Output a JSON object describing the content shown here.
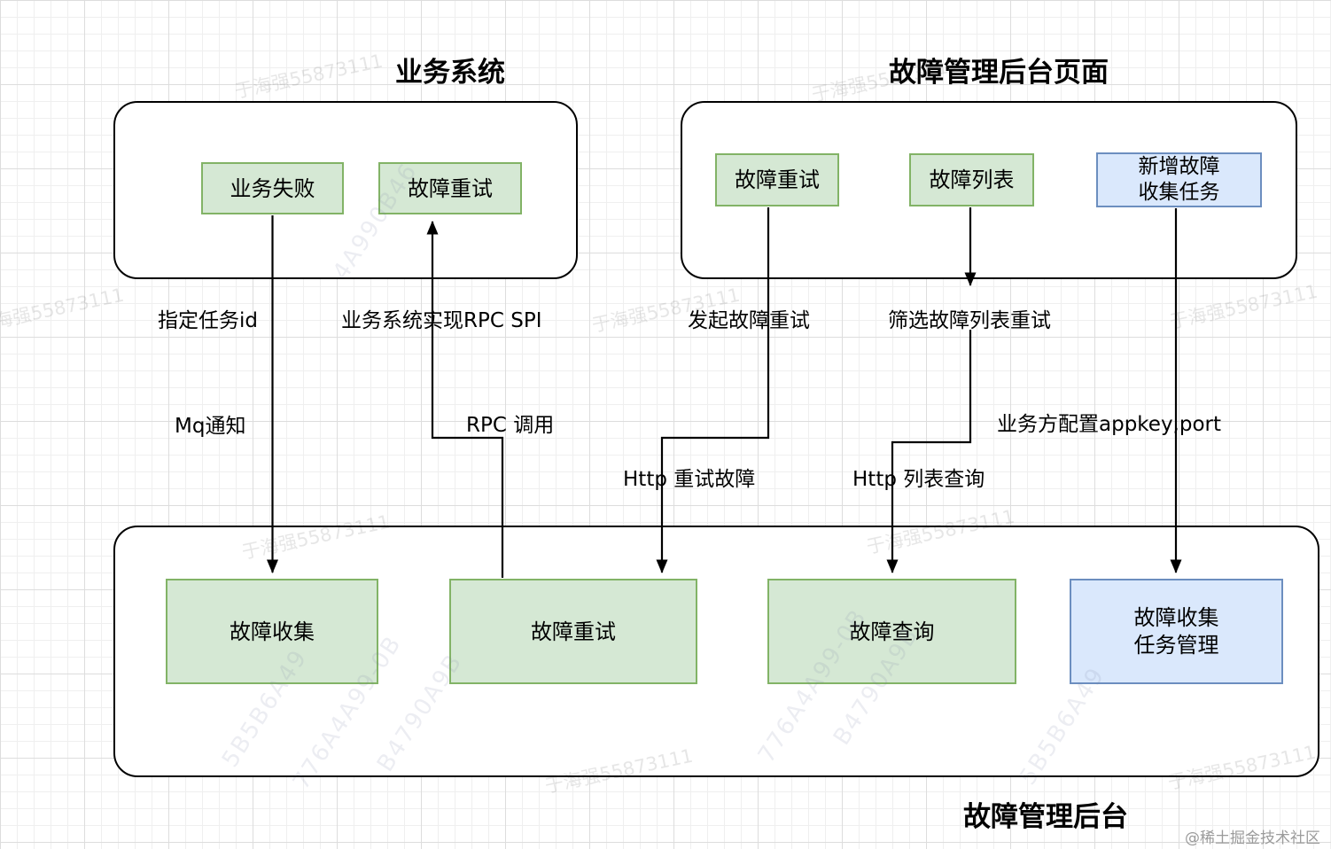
{
  "diagram": {
    "titles": {
      "business_system": "业务系统",
      "fault_admin_page": "故障管理后台页面",
      "fault_admin_backend": "故障管理后台"
    },
    "nodes": {
      "biz_fail": "业务失败",
      "biz_retry": "故障重试",
      "page_retry": "故障重试",
      "page_list": "故障列表",
      "page_new_task_line1": "新增故障",
      "page_new_task_line2": "收集任务",
      "backend_collect": "故障收集",
      "backend_retry": "故障重试",
      "backend_query": "故障查询",
      "backend_task_line1": "故障收集",
      "backend_task_line2": "任务管理"
    },
    "edge_labels": {
      "assign_task_id": "指定任务id",
      "rpc_spi": "业务系统实现RPC SPI",
      "mq_notify": "Mq通知",
      "rpc_call": "RPC 调用",
      "initiate_retry": "发起故障重试",
      "filter_list_retry": "筛选故障列表重试",
      "http_retry": "Http 重试故障",
      "http_list_query": "Http 列表查询",
      "appkey_port": "业务方配置appkey,port"
    },
    "colors": {
      "green_fill": "#d5e8d4",
      "green_border": "#82b366",
      "blue_fill": "#dae8fc",
      "blue_border": "#6c8ebf",
      "line": "#000000"
    }
  },
  "watermarks": {
    "user_id": "于海强55873111",
    "codes": [
      "5B5B6A49",
      "776A4A99-0B",
      "B4790A9B",
      "4A990B46"
    ],
    "credit": "@稀土掘金技术社区"
  }
}
